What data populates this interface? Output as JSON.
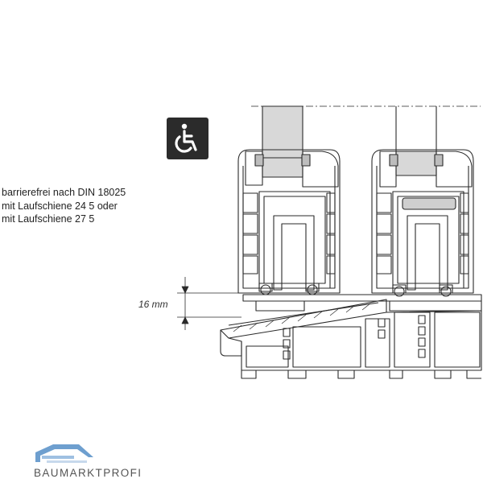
{
  "note": {
    "line1": "barrierefrei nach DIN 18025",
    "line2": "mit Laufschiene 24 5 oder",
    "line3": "mit Laufschiene 27 5"
  },
  "dimension": {
    "label": "16 mm"
  },
  "badge": {
    "icon": "wheelchair-icon",
    "bg": "#2b2b2b",
    "fg": "#ffffff"
  },
  "brand": {
    "text": "BAUMARKTPROFI",
    "accent": "#6e9fcf"
  },
  "colors": {
    "line": "#2a2a2a",
    "fill": "#ffffff",
    "glass": "#d8d8d8"
  }
}
